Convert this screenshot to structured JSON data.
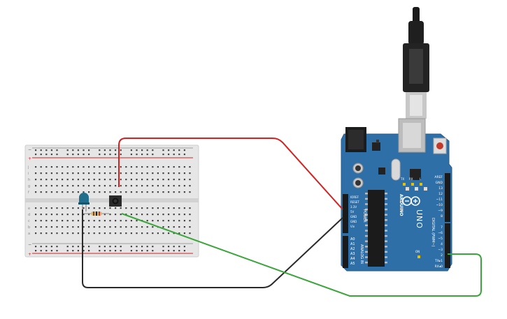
{
  "breadboard": {
    "top_rail_minus": "−",
    "top_rail_plus": "+",
    "bottom_rail_minus": "−",
    "bottom_rail_plus": "+",
    "row_letters_top": [
      "j",
      "i",
      "h",
      "g",
      "f"
    ],
    "row_letters_bottom": [
      "e",
      "d",
      "c",
      "b",
      "a"
    ]
  },
  "arduino": {
    "brand": "ARDUINO",
    "model": "UNO",
    "power_header_labels": [
      "IOREF",
      "RESET",
      "3.3V",
      "5V",
      "GND",
      "GND",
      "Vin"
    ],
    "power_title": "POWER",
    "analog_labels": [
      "A0",
      "A1",
      "A2",
      "A3",
      "A4",
      "A5"
    ],
    "analog_title": "ANALOG IN",
    "digital_top_labels": [
      "AREF",
      "GND",
      "13",
      "12",
      "~11",
      "~10",
      "~9",
      "8"
    ],
    "digital_bottom_labels": [
      "7",
      "~6",
      "~5",
      "4",
      "~3",
      "2",
      "TX▸1",
      "RX◂0"
    ],
    "digital_title": "DIGITAL (PWM~)",
    "leds": [
      "TX",
      "RX",
      "L"
    ],
    "on_label": "ON"
  },
  "colors": {
    "board_blue": "#2f6fa8",
    "wire_red": "#d32222",
    "wire_black": "#2a2a2a",
    "wire_green": "#3aa53a",
    "breadboard": "#e6e6e6"
  }
}
